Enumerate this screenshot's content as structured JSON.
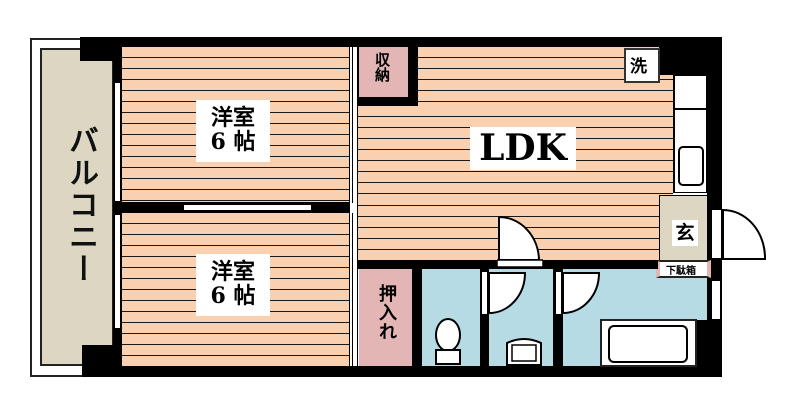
{
  "floor_plan": {
    "rooms": {
      "balcony": {
        "label": "バルコニー"
      },
      "bedroom_1": {
        "label_line1": "洋室",
        "label_line2": "6 帖"
      },
      "bedroom_2": {
        "label_line1": "洋室",
        "label_line2": "6 帖"
      },
      "storage": {
        "label": "収納"
      },
      "ldk": {
        "label": "LDK"
      },
      "washer": {
        "label": "洗"
      },
      "entrance": {
        "label": "玄"
      },
      "shoe_box": {
        "label": "下駄箱"
      },
      "closet": {
        "label": "押入れ"
      },
      "toilet": {
        "label": ""
      },
      "washroom": {
        "label": ""
      },
      "bathroom": {
        "label": ""
      }
    },
    "colors": {
      "wood_floor": "#fad1b0",
      "closet": "#e3b5b5",
      "wet_area": "#b6dbe5",
      "balcony_entrance": "#dcd6c2",
      "wall": "#000000"
    }
  }
}
